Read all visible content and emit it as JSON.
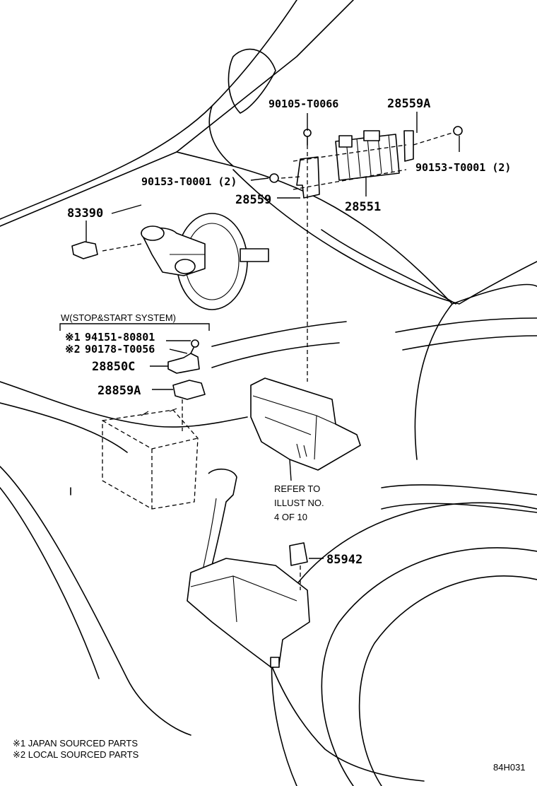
{
  "callouts": {
    "p90105": "90105-T0066",
    "p28559A": "28559A",
    "p90153_left": "90153-T0001 (2)",
    "p90153_right": "90153-T0001 (2)",
    "p28559": "28559",
    "p28551": "28551",
    "p83390": "83390",
    "p28850C": "28850C",
    "p28859A": "28859A",
    "p85942": "85942"
  },
  "variant_box": {
    "title": "W(STOP&START SYSTEM)",
    "line1_mark": "※1",
    "line1_part": "94151-80801",
    "line2_mark": "※2",
    "line2_part": "90178-T0056"
  },
  "refer_note": {
    "line1": "REFER TO",
    "line2": "ILLUST NO.",
    "line3": "4 OF 10"
  },
  "legend": {
    "line1": "※1 JAPAN SOURCED PARTS",
    "line2": "※2 LOCAL SOURCED PARTS"
  },
  "illustration_code": "84H031"
}
